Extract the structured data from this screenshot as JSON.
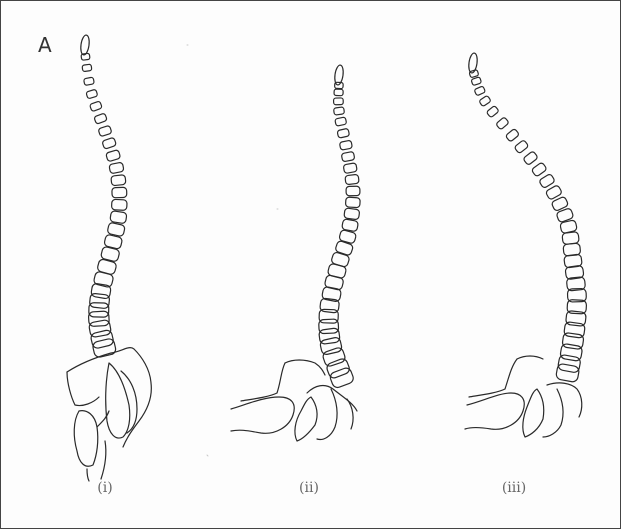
{
  "figure": {
    "panel_letter": "A",
    "captions": [
      "(i)",
      "(ii)",
      "(iii)"
    ]
  }
}
